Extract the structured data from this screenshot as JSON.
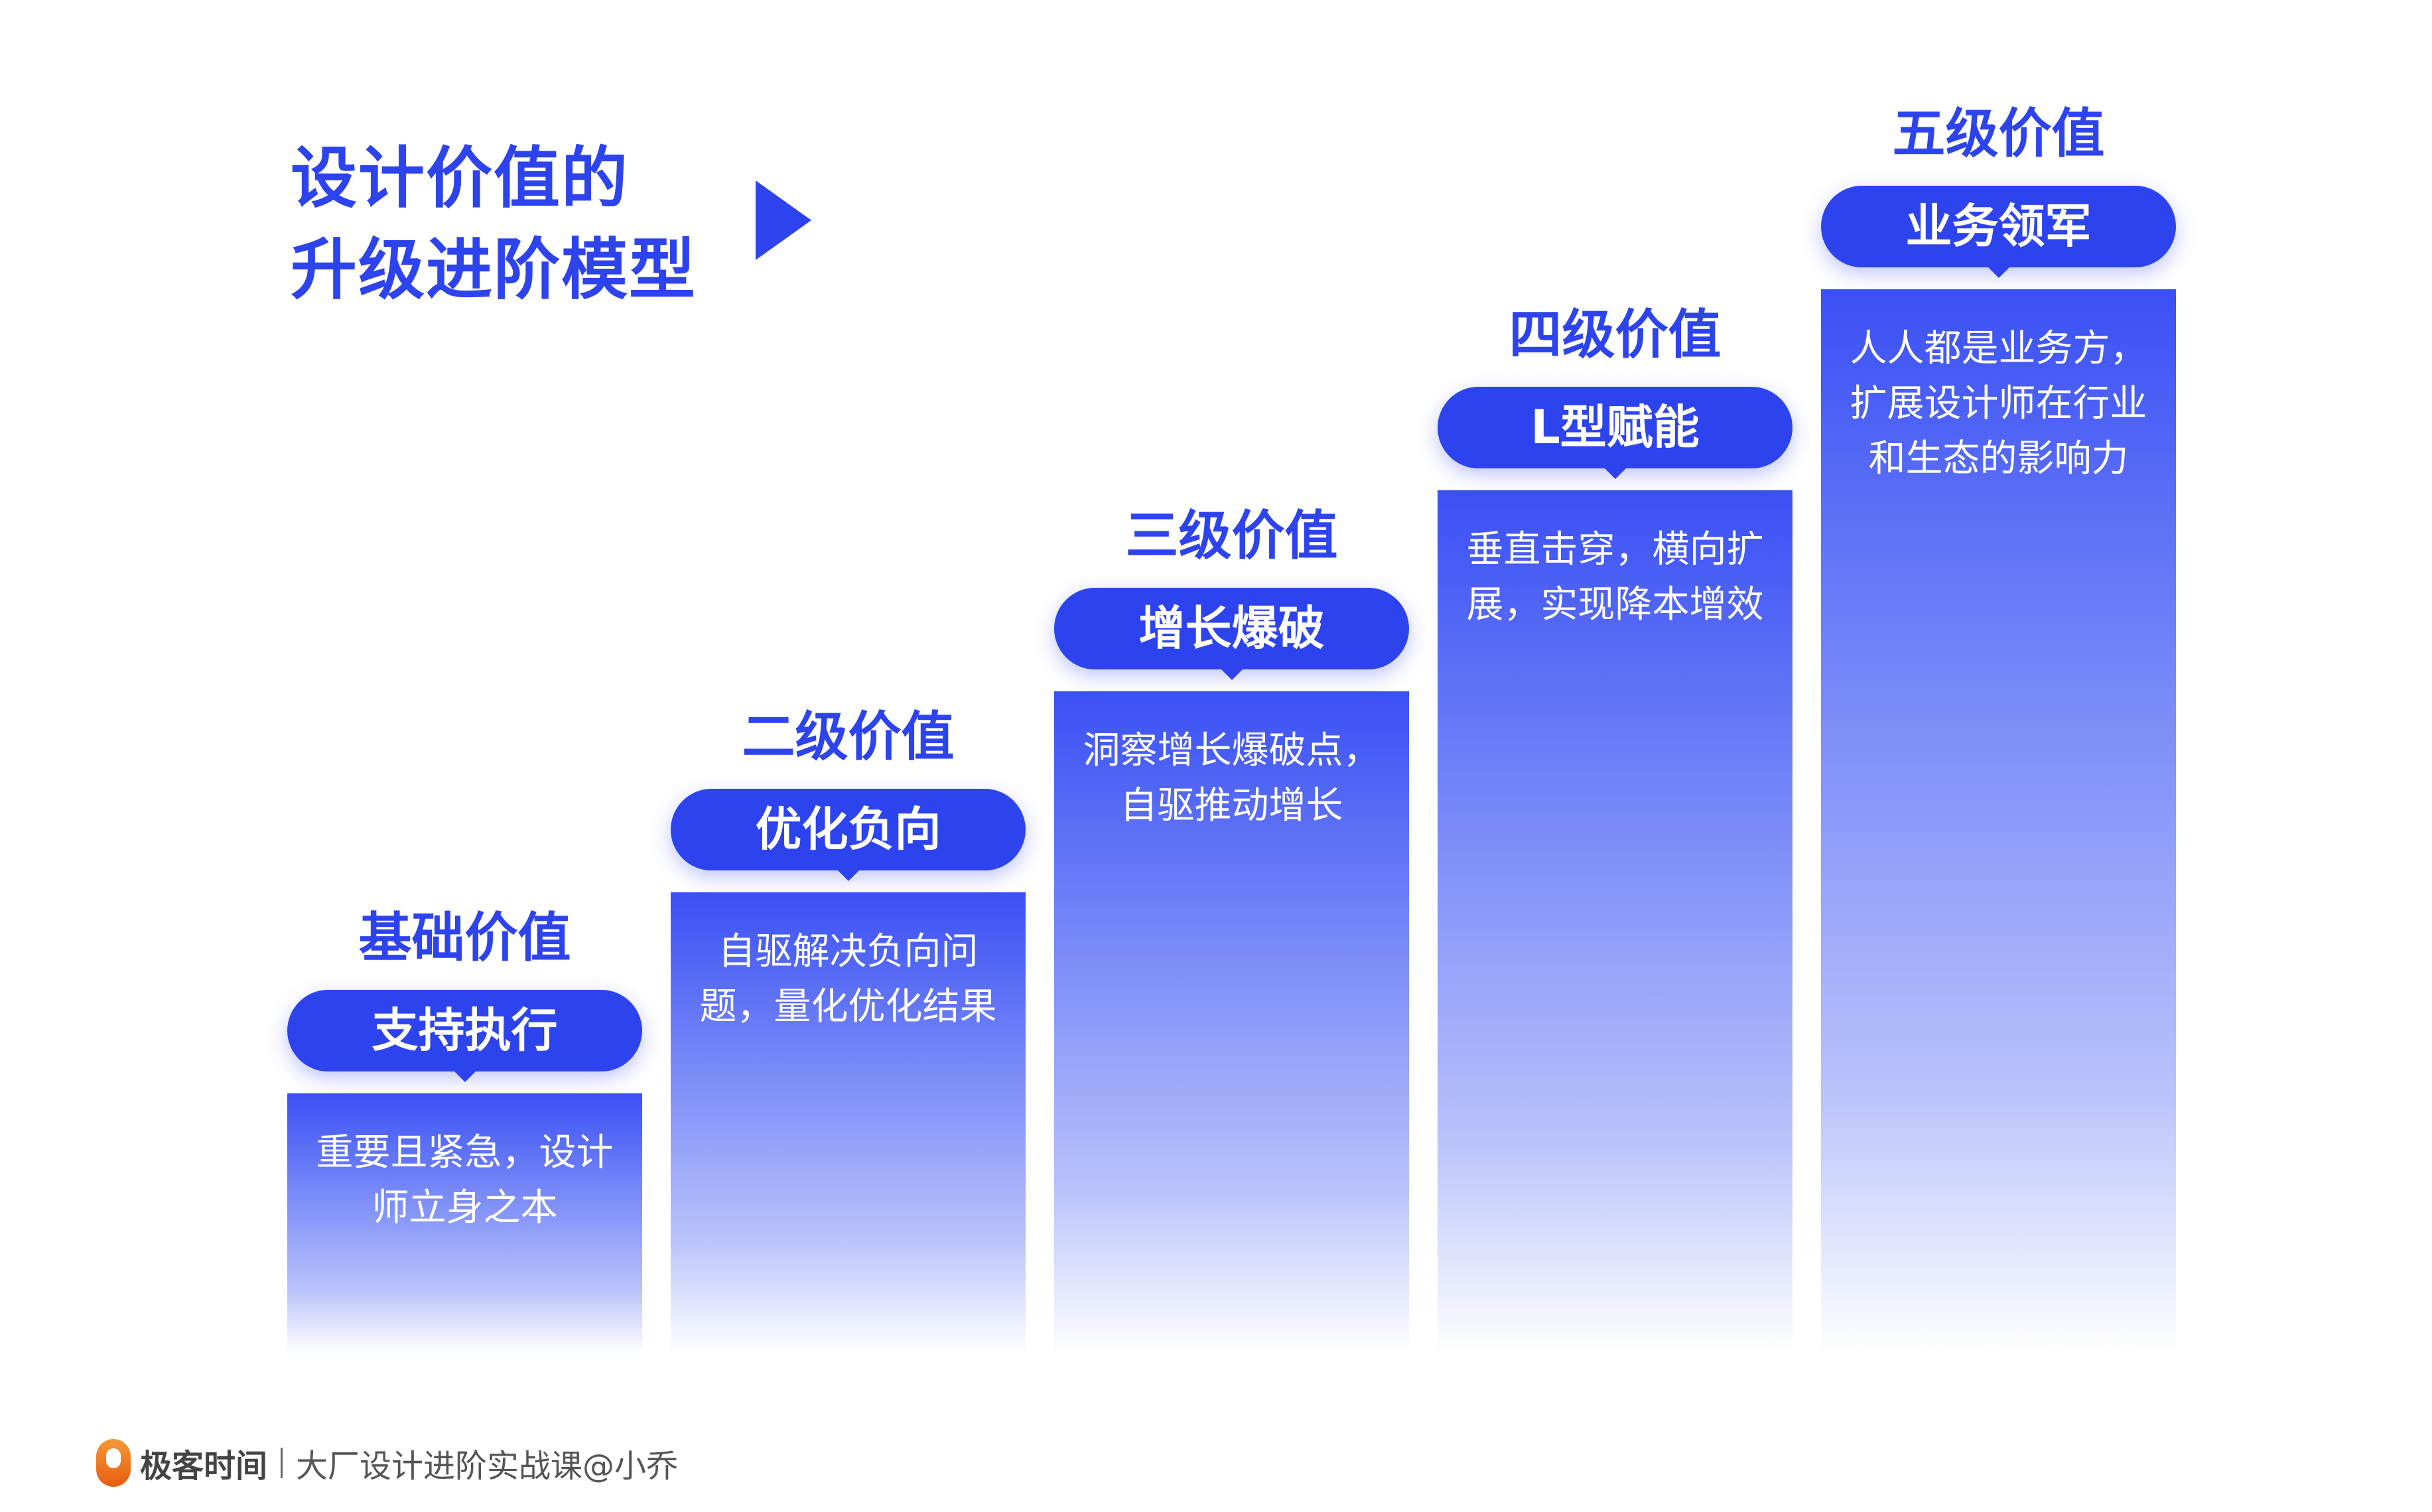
{
  "title": {
    "line1": "设计价值的",
    "line2": "升级进阶模型"
  },
  "levels": [
    {
      "level": "基础价值",
      "pill": "支持执行",
      "desc": "重要且紧急，设计师立身之本"
    },
    {
      "level": "二级价值",
      "pill": "优化负向",
      "desc": "自驱解决负向问题，量化优化结果"
    },
    {
      "level": "三级价值",
      "pill": "增长爆破",
      "desc": "洞察增长爆破点，自驱推动增长"
    },
    {
      "level": "四级价值",
      "pill": "L型赋能",
      "desc": "垂直击穿，横向扩展，实现降本增效"
    },
    {
      "level": "五级价值",
      "pill": "业务领军",
      "desc": "人人都是业务方，扩展设计师在行业和生态的影响力"
    }
  ],
  "footer": {
    "brand": "极客时间",
    "course": "大厂设计进阶实战课@小乔"
  },
  "colors": {
    "accent": "#2d43ee"
  }
}
